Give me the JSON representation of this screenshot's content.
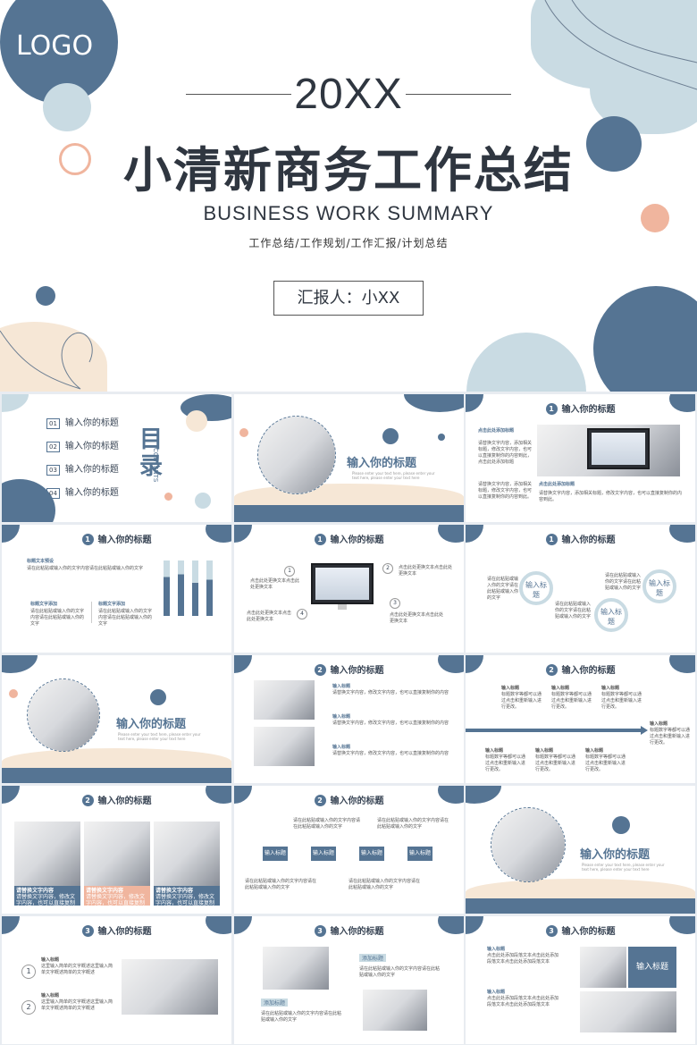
{
  "cover": {
    "logo": "LOGO",
    "year": "20XX",
    "title": "小清新商务工作总结",
    "subtitle_en": "BUSINESS WORK SUMMARY",
    "tagline": "工作总结/工作规划/工作汇报/计划总结",
    "reporter": "汇报人：小XX"
  },
  "colors": {
    "primary": "#557493",
    "accent": "#f0b59e",
    "light": "#c9dbe3",
    "cream": "#f6e7d6"
  },
  "toc": {
    "title": "目录",
    "title_en": "CONTENTS",
    "items": [
      {
        "num": "01",
        "label": "输入你的标题"
      },
      {
        "num": "02",
        "label": "输入你的标题"
      },
      {
        "num": "03",
        "label": "输入你的标题"
      },
      {
        "num": "04",
        "label": "输入你的标题"
      }
    ]
  },
  "section_title": "输入你的标题",
  "section_placeholder": "Please enter your text here, please enter your text here, please enter your text here",
  "slide_header": "输入你的标题",
  "s3": {
    "label_a": "点击此处添加标题",
    "text_a": "请替换文字内容，添加相关标题，修改文字内容，也可以直接复制你的内容到此，点击此处添加标题",
    "label_b": "点击此处添加标题",
    "text_b": "请替换文字内容，添加相关标题，修改文字内容，也可以直接复制你的内容到此。"
  },
  "s4": {
    "title_main": "标题文本预设",
    "text_main": "请在此粘贴或输入你的文字内容请在此粘贴或输入你的文字",
    "left_title": "标题文字添加",
    "left_text": "请在此粘贴或输入你的文字内容请在此粘贴或输入你的文字",
    "right_title": "标题文字添加",
    "right_text": "请在此粘贴或输入你的文字内容请在此粘贴或输入你的文字"
  },
  "s5": {
    "nums": [
      "1",
      "2",
      "3",
      "4"
    ],
    "text": "点击此处更换文本点击此处更换文本"
  },
  "s6": {
    "ring_label": "输入标题",
    "text": "请在此粘贴或输入你的文字请在此粘贴或输入你的文字"
  },
  "s8": {
    "items": [
      {
        "title": "输入标题",
        "text": "请替换文字内容，修改文字内容，也可以直接复制你的内容"
      },
      {
        "title": "输入标题",
        "text": "请替换文字内容，修改文字内容，也可以直接复制你的内容"
      },
      {
        "title": "输入标题",
        "text": "请替换文字内容，修改文字内容，也可以直接复制你的内容"
      }
    ]
  },
  "s9": {
    "title": "输入标题",
    "text": "标题数字等都可以通过点击和重新输入进行更改。"
  },
  "s10": {
    "caption_title": "请替换文字内容",
    "caption_text": "请替换文字内容，修改文字内容，也可以直接复制你的内容"
  },
  "s11": {
    "steps": [
      "输入标题",
      "输入标题",
      "输入标题",
      "输入标题"
    ],
    "text": "请在此粘贴或输入你的文字内容请在此粘贴或输入你的文字"
  },
  "s13": {
    "items": [
      {
        "num": "1",
        "title": "输入标题"
      },
      {
        "num": "2",
        "title": "输入标题"
      }
    ],
    "text": "这里输入简单的文字概述这里输入简单文字概述简单的文字概述"
  },
  "s14": {
    "tag_a": "添加标题",
    "tag_b": "添加标题",
    "text": "请在此粘贴或输入你的文字内容请在此粘贴或输入你的文字"
  },
  "s15": {
    "title": "输入标题",
    "button": "输入标题",
    "text": "点击此处添加段落文本点击此处添加段落文本点击此处添加段落文本"
  }
}
